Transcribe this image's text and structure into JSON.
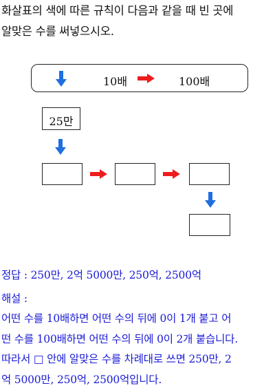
{
  "question": {
    "line1": "화살표의 색에 따른 규칙이 다음과 같을 때 빈 곳에",
    "line2": "알맞은 수를 써넣으시오."
  },
  "rule": {
    "blue_label": "10배",
    "red_label": "100배"
  },
  "diagram": {
    "start_value": "25만"
  },
  "colors": {
    "blue_arrow": "#1f6fe0",
    "red_arrow": "#ee1c1c",
    "answer_text": "#1a1ad6"
  },
  "answer": {
    "line1": "정답 : 250만, 2억 5000만, 250억, 2500억",
    "line2": "해설 :",
    "line3": "어떤 수를 10배하면 어떤 수의 뒤에 0이 1개 붙고 어",
    "line4": "떤 수를 100배하면 어떤 수의 뒤에 0이 2개 붙습니다.",
    "line5": "따라서 □ 안에 알맞은 수를 차례대로 쓰면 250만, 2",
    "line6": "억 5000만, 250억, 2500억입니다."
  }
}
